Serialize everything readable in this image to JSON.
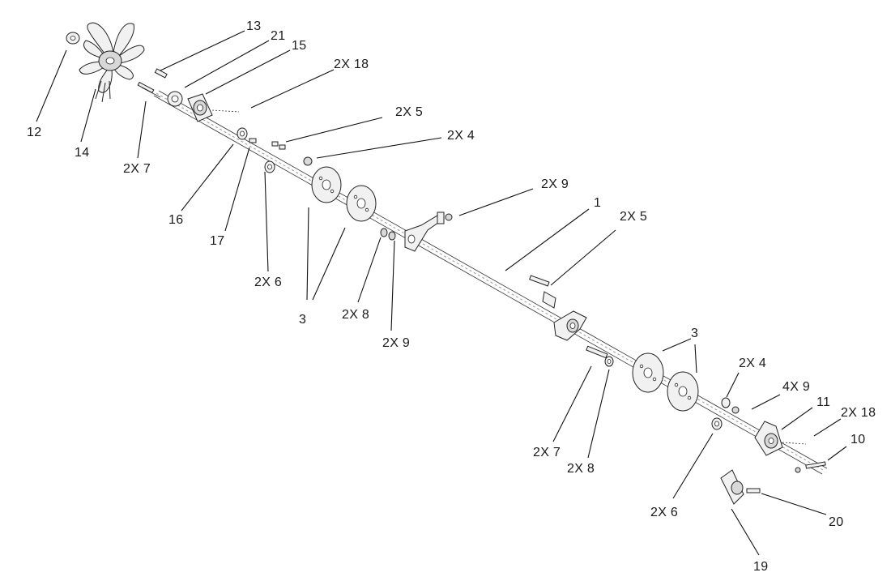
{
  "callouts": {
    "c13": "13",
    "c21": "21",
    "c15": "15",
    "c2x18_top": "2X 18",
    "c12": "12",
    "c14": "14",
    "c2x7_left": "2X 7",
    "c2x5_top": "2X 5",
    "c2x4_top": "2X 4",
    "c16": "16",
    "c17": "17",
    "c2x6_left": "2X 6",
    "c3_left": "3",
    "c2x8_mid": "2X 8",
    "c2x9_mid": "2X 9",
    "c2x9_top": "2X 9",
    "c1": "1",
    "c2x5_right": "2X 5",
    "c3_right": "3",
    "c2x4_right": "2X 4",
    "c4x9": "4X 9",
    "c11": "11",
    "c2x18_right": "2X 18",
    "c10": "10",
    "c2x7_right": "2X 7",
    "c2x8_right": "2X 8",
    "c2x6_right": "2X 6",
    "c20": "20",
    "c19": "19"
  }
}
